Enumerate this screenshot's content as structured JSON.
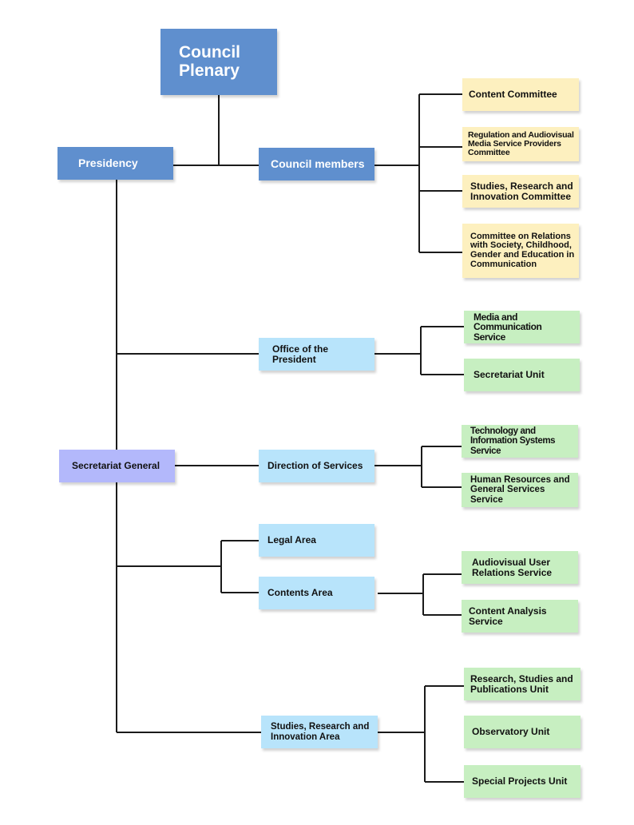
{
  "colors": {
    "top_level": "#5f8fce",
    "area": "#b8e4fb",
    "secretariat": "#b3b8fb",
    "committee": "#fdf0bf",
    "service": "#c7efc1",
    "connector": "#1a1a1a"
  },
  "nodes": {
    "council_plenary": "Council Plenary",
    "presidency": "Presidency",
    "council_members": "Council members",
    "content_committee": "Content Committee",
    "regulation_committee": "Regulation and Audiovisual Media Service Providers Committee",
    "studies_committee": "Studies, Research and Innovation Committee",
    "relations_committee": "Committee on Relations with Society, Childhood, Gender and Education in Communication",
    "office_president": "Office of the President",
    "media_service": "Media and Communication Service",
    "secretariat_unit": "Secretariat Unit",
    "secretariat_general": "Secretariat General",
    "direction_services": "Direction of Services",
    "tech_service": "Technology and Information Systems Service",
    "hr_service": "Human Resources and General Services Service",
    "legal_area": "Legal Area",
    "contents_area": "Contents Area",
    "user_relations_service": "Audiovisual User Relations Service",
    "content_analysis_service": "Content Analysis Service",
    "studies_area": "Studies, Research and Innovation Area",
    "publications_unit": "Research, Studies and Publications Unit",
    "observatory_unit": "Observatory Unit",
    "special_projects_unit": "Special Projects Unit"
  }
}
